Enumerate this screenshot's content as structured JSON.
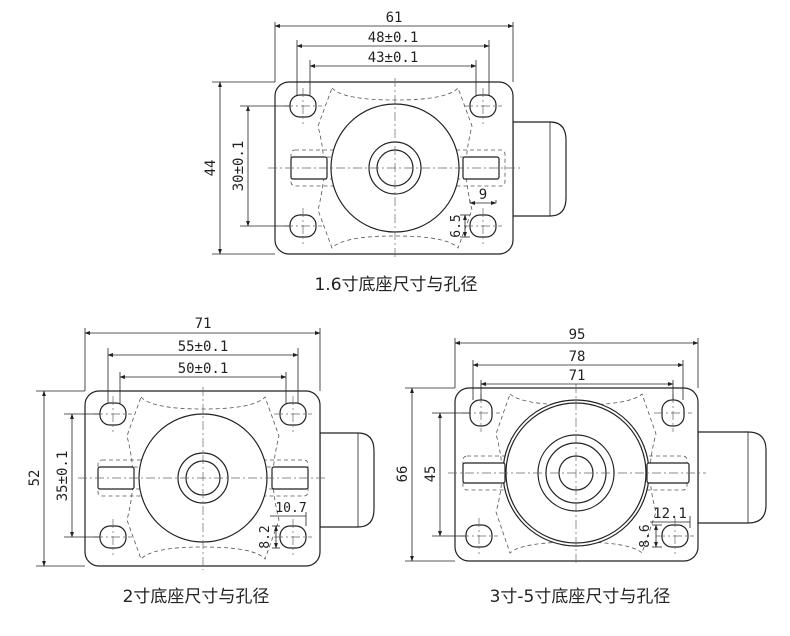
{
  "diagrams": [
    {
      "caption": "1.6寸底座尺寸与孔径",
      "overall_width": "61",
      "outer_hole_spacing": "48±0.1",
      "inner_hole_spacing": "43±0.1",
      "overall_height": "44",
      "vertical_hole_spacing": "30±0.1",
      "slot_length": "9",
      "slot_width": "6.5"
    },
    {
      "caption": "2寸底座尺寸与孔径",
      "overall_width": "71",
      "outer_hole_spacing": "55±0.1",
      "inner_hole_spacing": "50±0.1",
      "overall_height": "52",
      "vertical_hole_spacing": "35±0.1",
      "slot_length": "10.7",
      "slot_width": "8.2"
    },
    {
      "caption": "3寸-5寸底座尺寸与孔径",
      "overall_width": "95",
      "outer_hole_spacing": "78",
      "inner_hole_spacing": "71",
      "overall_height": "66",
      "vertical_hole_spacing": "45",
      "slot_length": "12.1",
      "slot_width": "8.6"
    }
  ]
}
